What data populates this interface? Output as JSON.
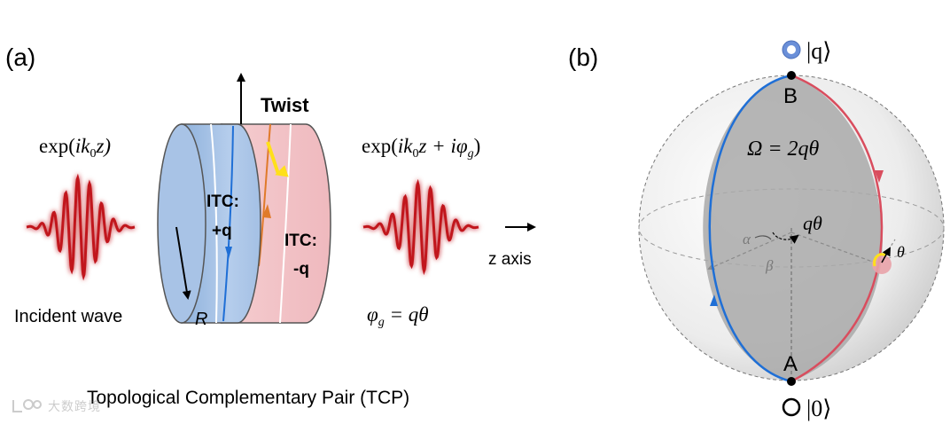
{
  "panel_a": {
    "label": "(a)",
    "twist_label": "Twist",
    "left_formula": {
      "pre": "exp(",
      "mid": "ik",
      "sub": "0",
      "post": "z)"
    },
    "right_formula": {
      "pre": "exp(",
      "mid": "ik",
      "sub1": "0",
      "z": "z + iφ",
      "sub2": "g",
      "post": ")"
    },
    "phase_formula": {
      "phi": "φ",
      "sub": "g",
      "rest": " = qθ"
    },
    "itc_plus": [
      "ITC:",
      "+q"
    ],
    "itc_minus": [
      "ITC:",
      "-q"
    ],
    "radius_label": "R",
    "z_axis_label": "z axis",
    "incident_label": "Incident wave",
    "caption": "Topological Complementary Pair (TCP)"
  },
  "panel_b": {
    "label": "(b)",
    "top_ket": "|q⟩",
    "bottom_ket": "|0⟩",
    "point_top": "B",
    "point_bottom": "A",
    "omega_formula": "Ω = 2qθ",
    "q_theta": "qθ",
    "alpha": "α",
    "beta": "β",
    "theta": "θ"
  },
  "watermark": "大数跨境",
  "colors": {
    "blue_path": "#1f6fd6",
    "red_path": "#d94d5e",
    "cylinder_blue": "#a9c4e6",
    "cylinder_pink": "#f3c4c8",
    "wave_red": "#c1151e",
    "sphere_shade": "#a9a9a9"
  }
}
